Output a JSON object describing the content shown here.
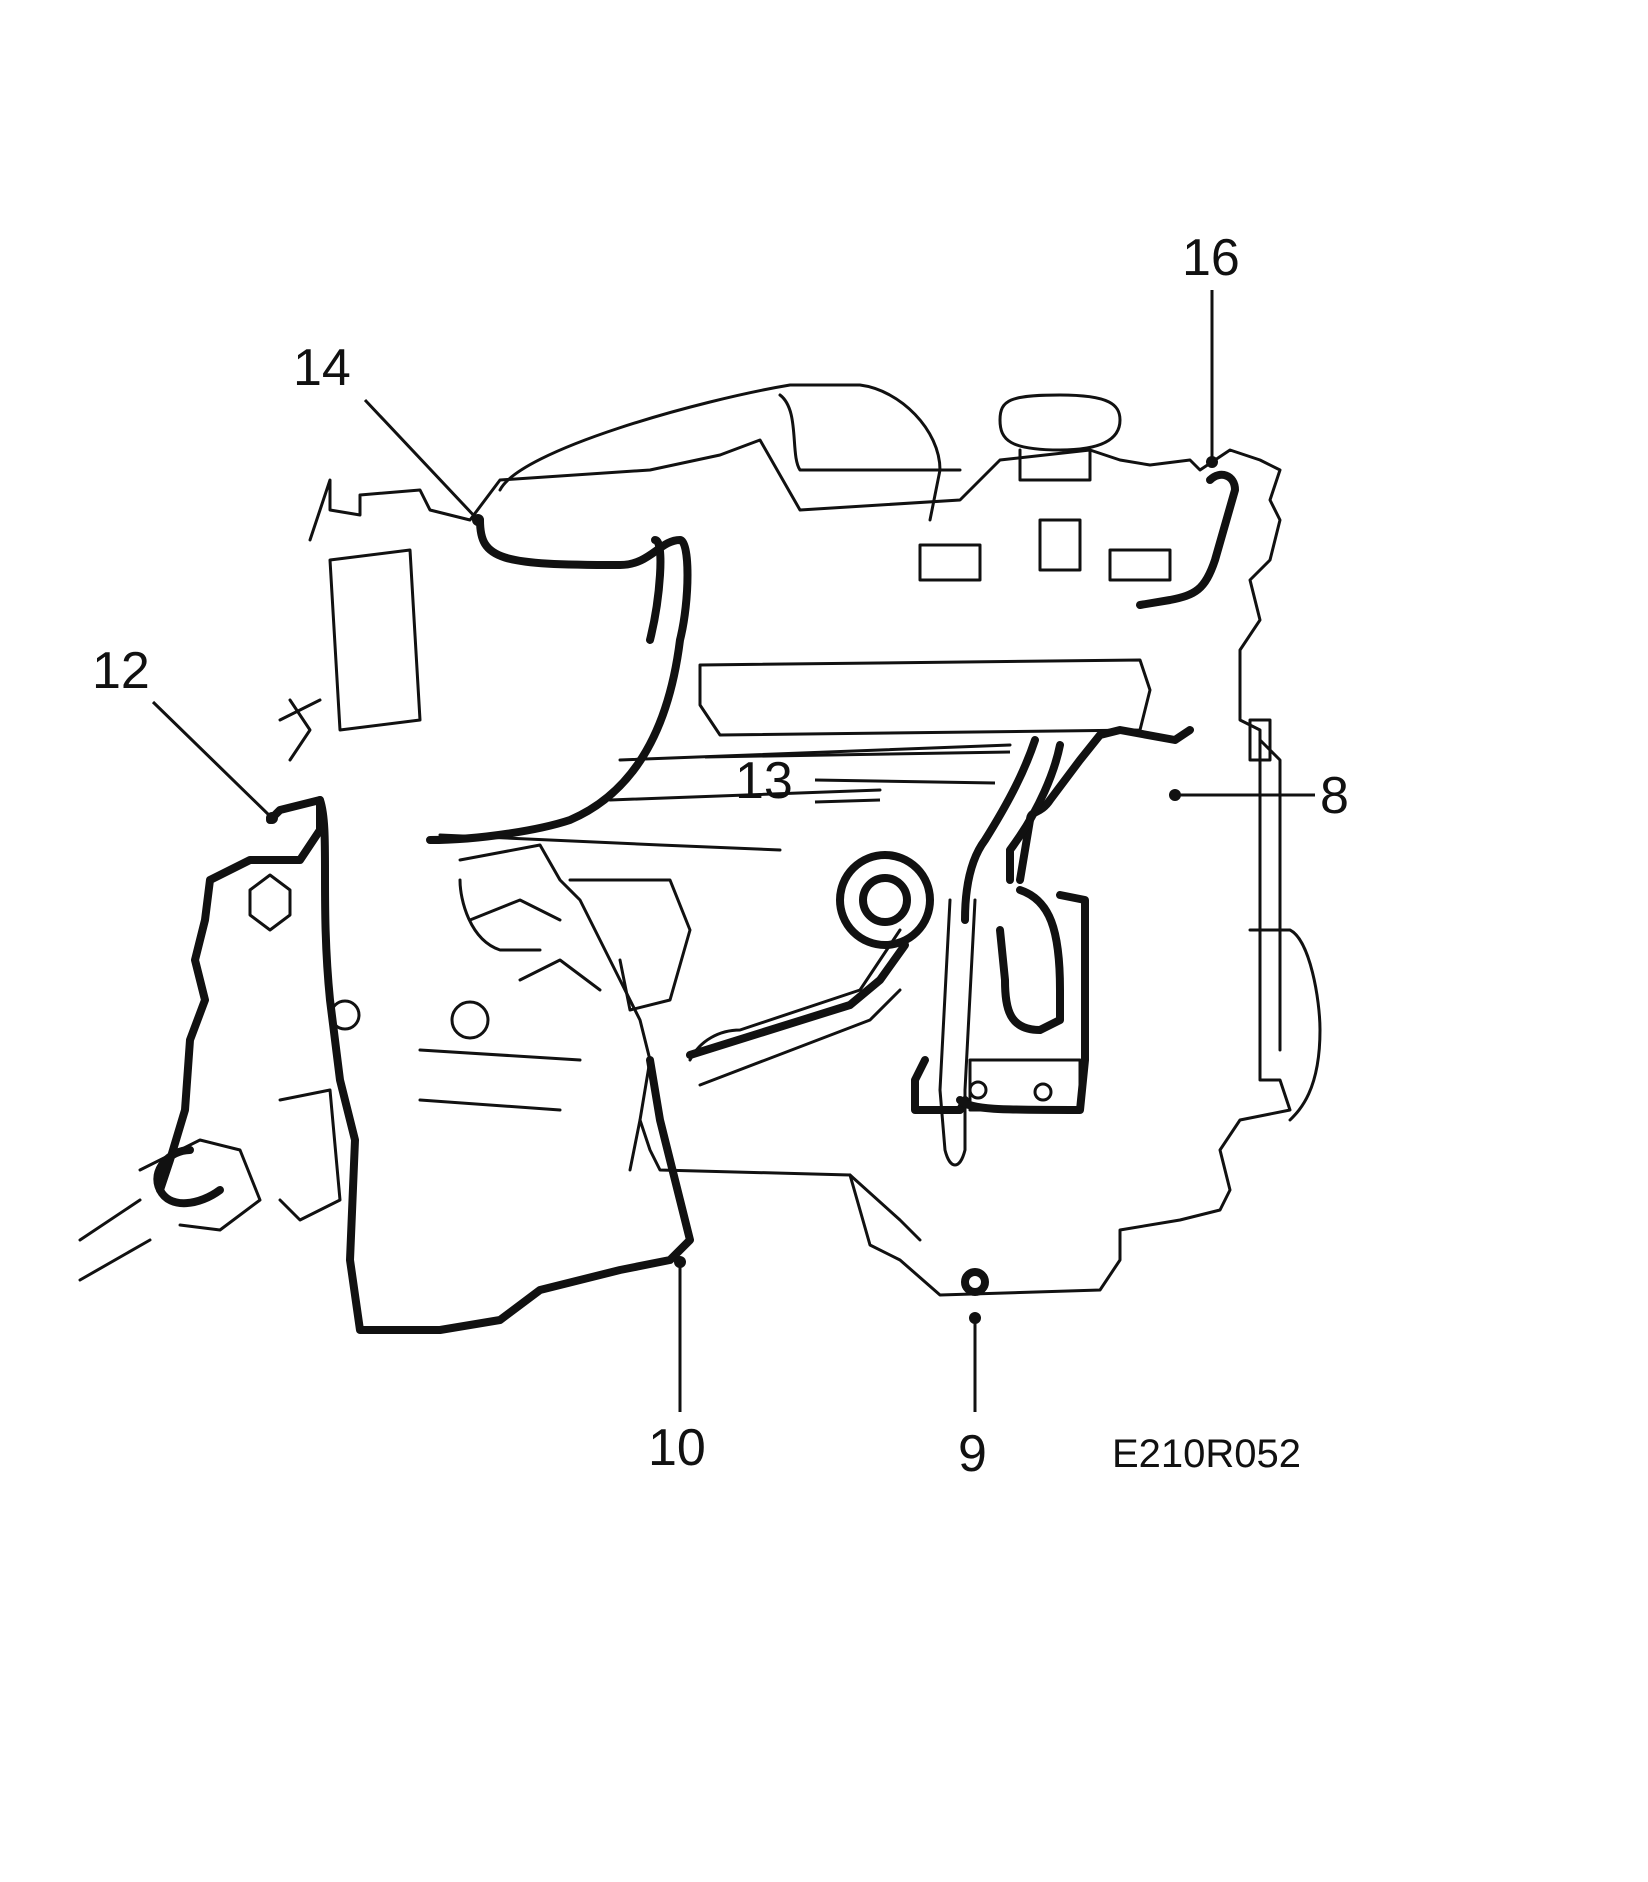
{
  "callouts": {
    "c16": "16",
    "c14": "14",
    "c12": "12",
    "c13": "13",
    "c8": "8",
    "c10": "10",
    "c9": "9"
  },
  "reference_code": "E210R052"
}
